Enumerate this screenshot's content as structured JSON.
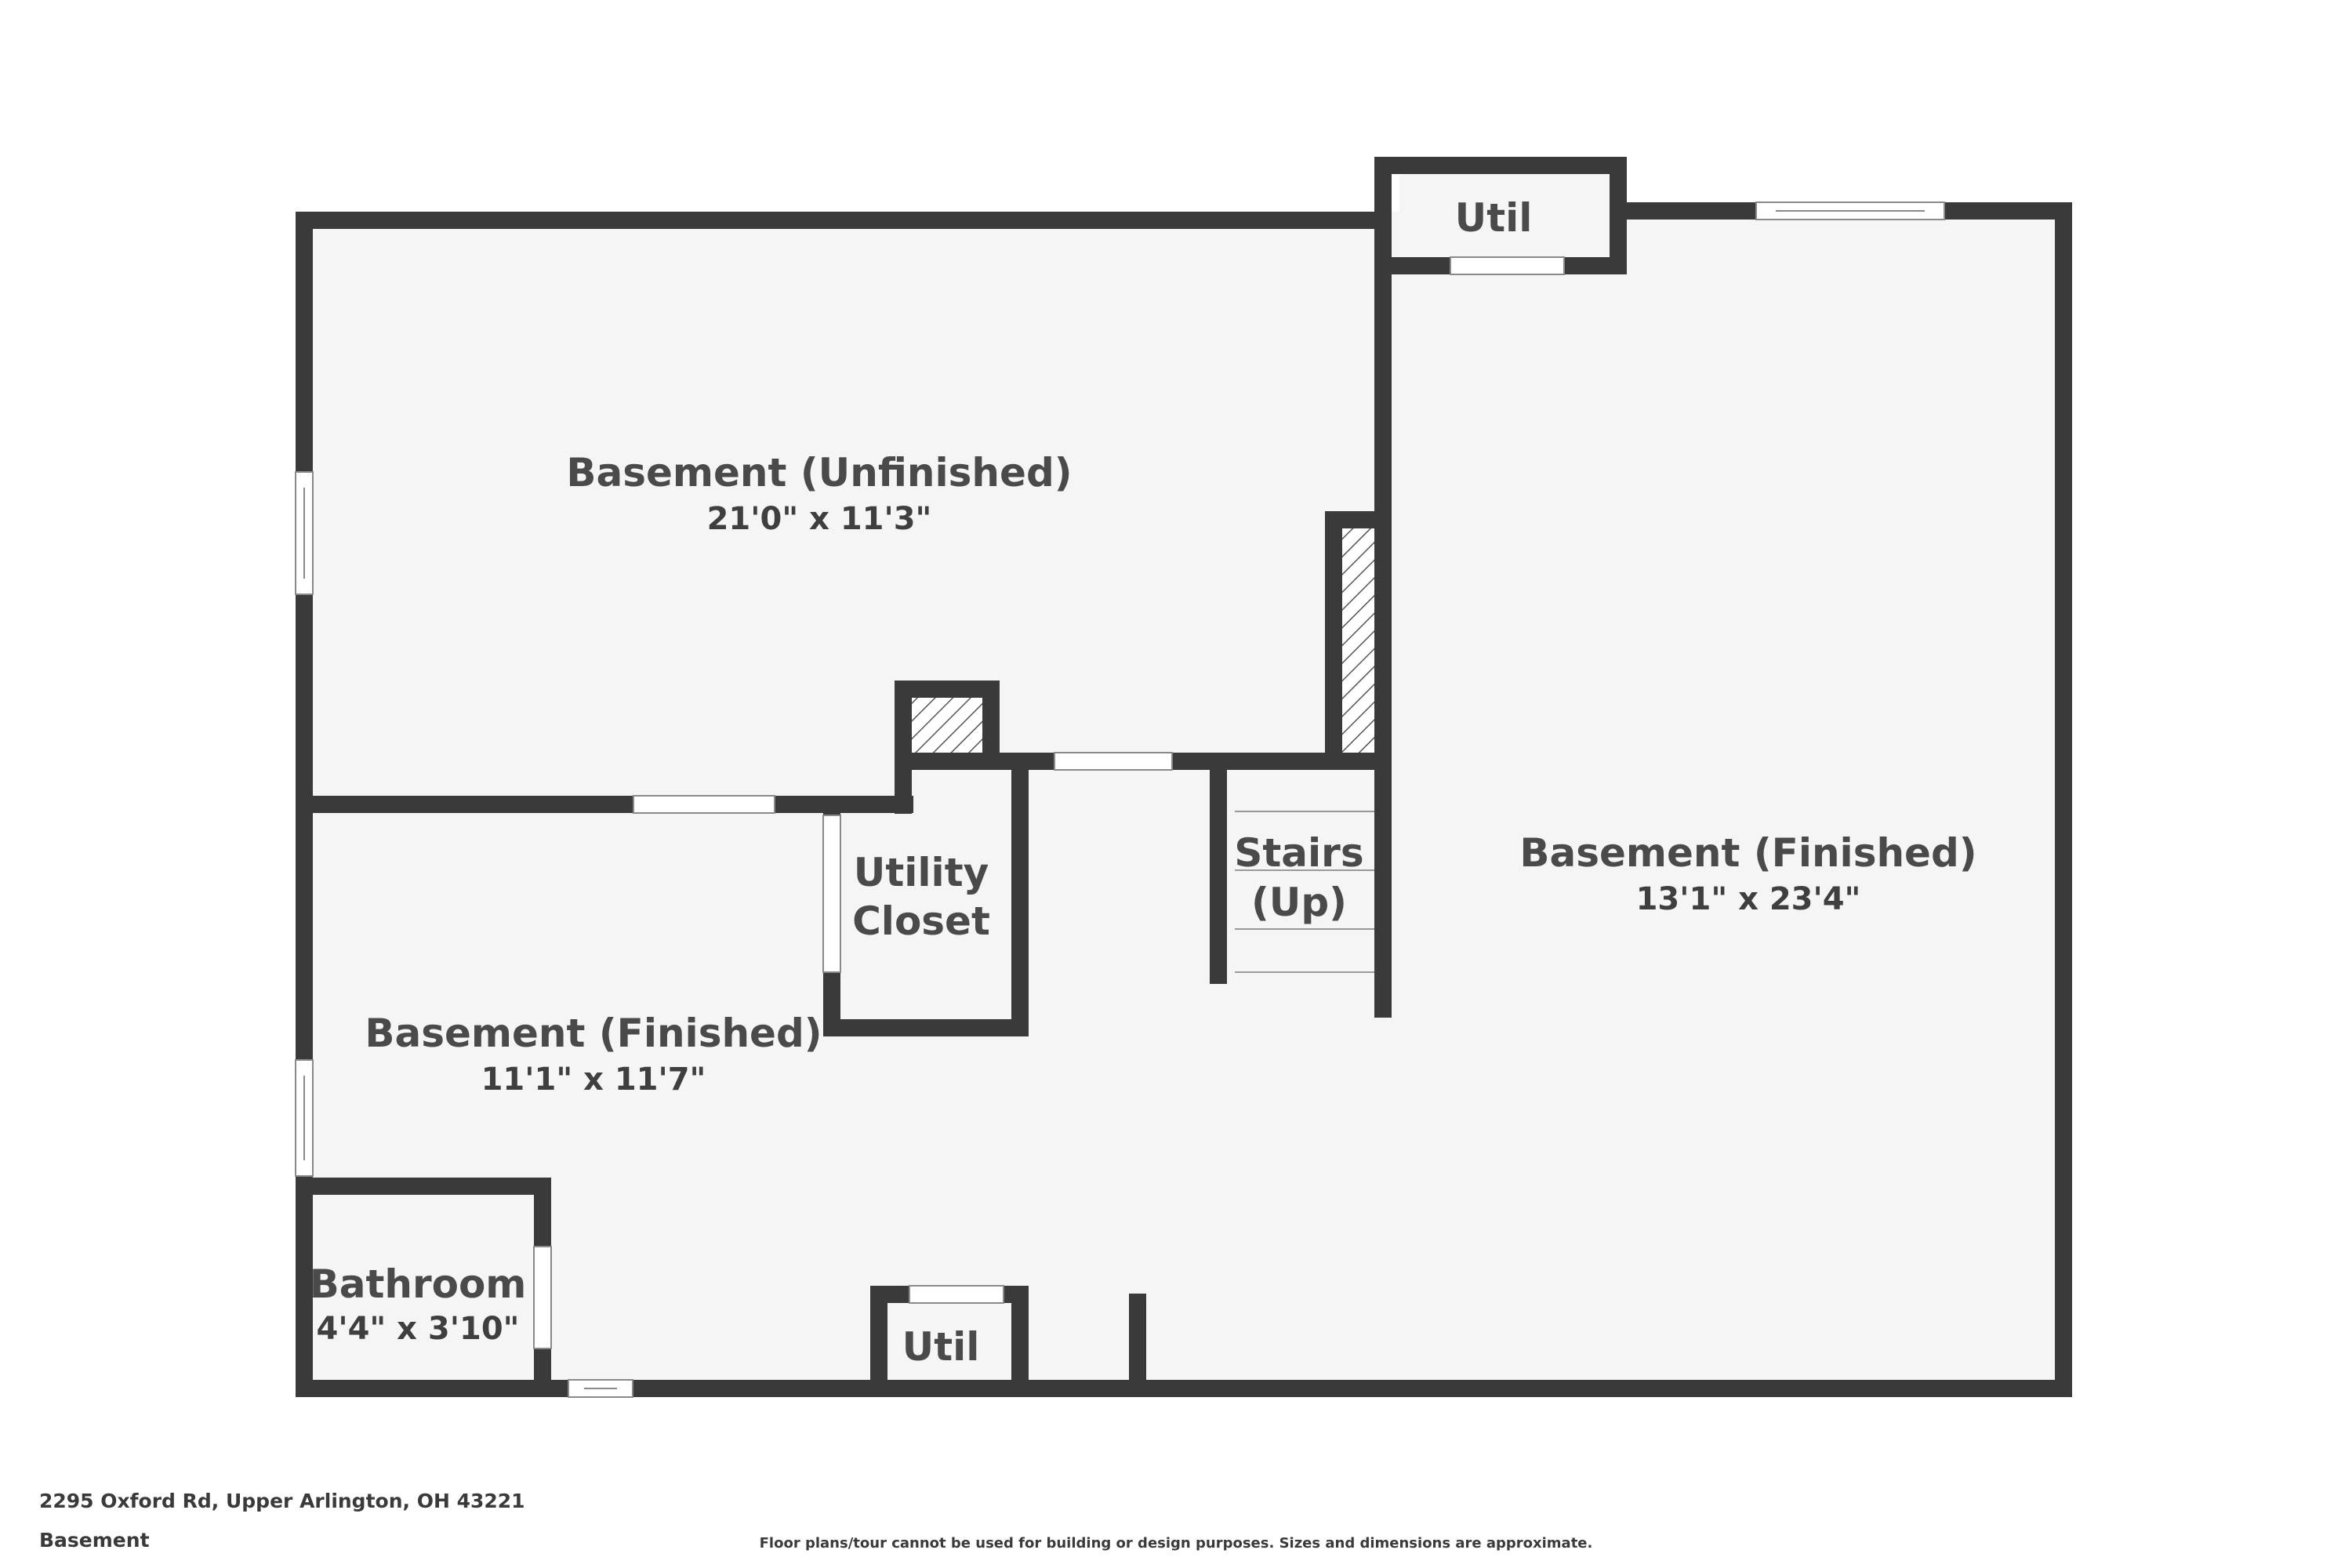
{
  "rooms": {
    "unfinished": {
      "name": "Basement (Unfinished)",
      "dims": "21'0\" x 11'3\""
    },
    "finished_right": {
      "name": "Basement (Finished)",
      "dims": "13'1\" x 23'4\""
    },
    "finished_left": {
      "name": "Basement (Finished)",
      "dims": "11'1\" x 11'7\""
    },
    "utility_closet": {
      "name_line1": "Utility",
      "name_line2": "Closet"
    },
    "stairs": {
      "name_line1": "Stairs",
      "name_line2": "(Up)"
    },
    "util_top": {
      "name": "Util"
    },
    "util_bottom": {
      "name": "Util"
    },
    "bathroom": {
      "name": "Bathroom",
      "dims": "4'4\" x 3'10\""
    }
  },
  "footer": {
    "address": "2295 Oxford Rd, Upper Arlington, OH 43221",
    "level": "Basement",
    "disclaimer": "Floor plans/tour cannot be used for building or design purposes. Sizes and dimensions are approximate."
  },
  "colors": {
    "wall": "#3a3a3a",
    "floor": "#f5f5f5",
    "opening": "#ffffff"
  }
}
